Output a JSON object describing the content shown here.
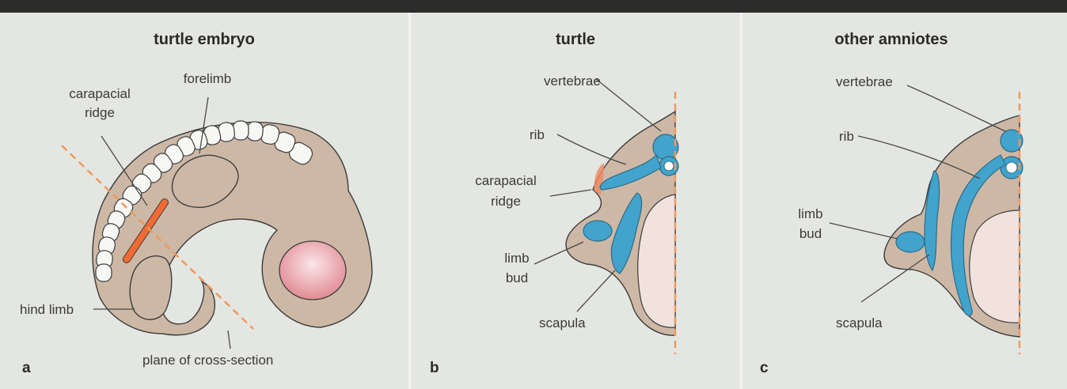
{
  "colors": {
    "background": "#e4e6e2",
    "tissue": "#cdb8a6",
    "bone": "#42a3cc",
    "ridge": "#f26a33",
    "plane": "#ee9a5c",
    "eye": "#e59aa2"
  },
  "panels": [
    {
      "letter": "a",
      "title": "turtle embryo",
      "labels": {
        "carapacial_ridge_1": "carapacial",
        "carapacial_ridge_2": "ridge",
        "forelimb": "forelimb",
        "hind_limb": "hind limb",
        "plane": "plane of cross-section"
      }
    },
    {
      "letter": "b",
      "title": "turtle",
      "labels": {
        "vertebrae": "vertebrae",
        "rib": "rib",
        "carapacial_ridge_1": "carapacial",
        "carapacial_ridge_2": "ridge",
        "limb_bud_1": "limb",
        "limb_bud_2": "bud",
        "scapula": "scapula"
      }
    },
    {
      "letter": "c",
      "title": "other amniotes",
      "labels": {
        "vertebrae": "vertebrae",
        "rib": "rib",
        "limb_bud_1": "limb",
        "limb_bud_2": "bud",
        "scapula": "scapula"
      }
    }
  ]
}
